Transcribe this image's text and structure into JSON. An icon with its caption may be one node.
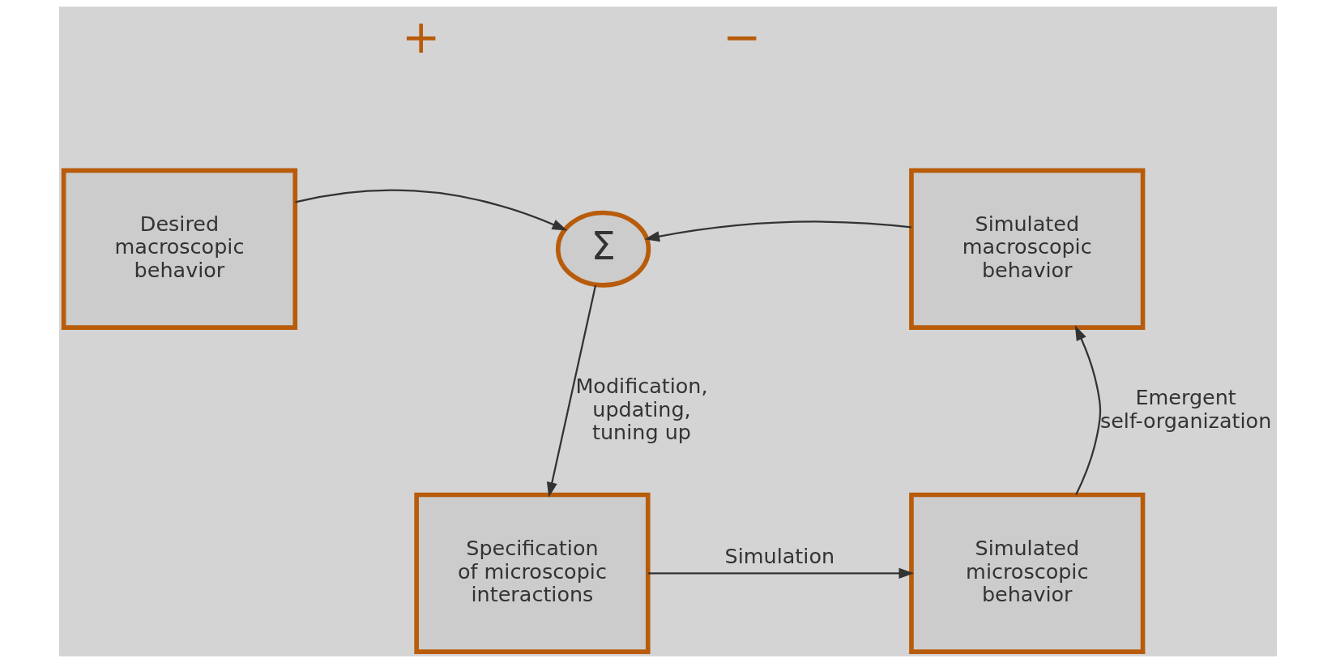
{
  "diagram": {
    "nodes": [
      {
        "text": [
          "Desired macroscopic behavior"
        ]
      },
      {
        "text": [
          "Σ"
        ]
      },
      {
        "text": [
          "Simulated macroscopic behavior"
        ]
      },
      {
        "text": [
          "Specification of microscopic interactions"
        ]
      },
      {
        "text": [
          "Simulated microscopic behavior"
        ]
      }
    ],
    "edges": [
      {
        "from": 0,
        "to": 1,
        "arrow": "to"
      },
      {
        "from": 2,
        "to": 1,
        "arrow": "to"
      },
      {
        "from": 1,
        "to": 3,
        "arrow": "to",
        "label": "Modification, updating, tuning up"
      },
      {
        "from": 3,
        "to": 4,
        "arrow": "to",
        "label": "Simulation"
      },
      {
        "from": 4,
        "to": 2,
        "arrow": "to",
        "label": "Emergent self-organization"
      }
    ],
    "labels": [
      "+",
      "−"
    ]
  }
}
